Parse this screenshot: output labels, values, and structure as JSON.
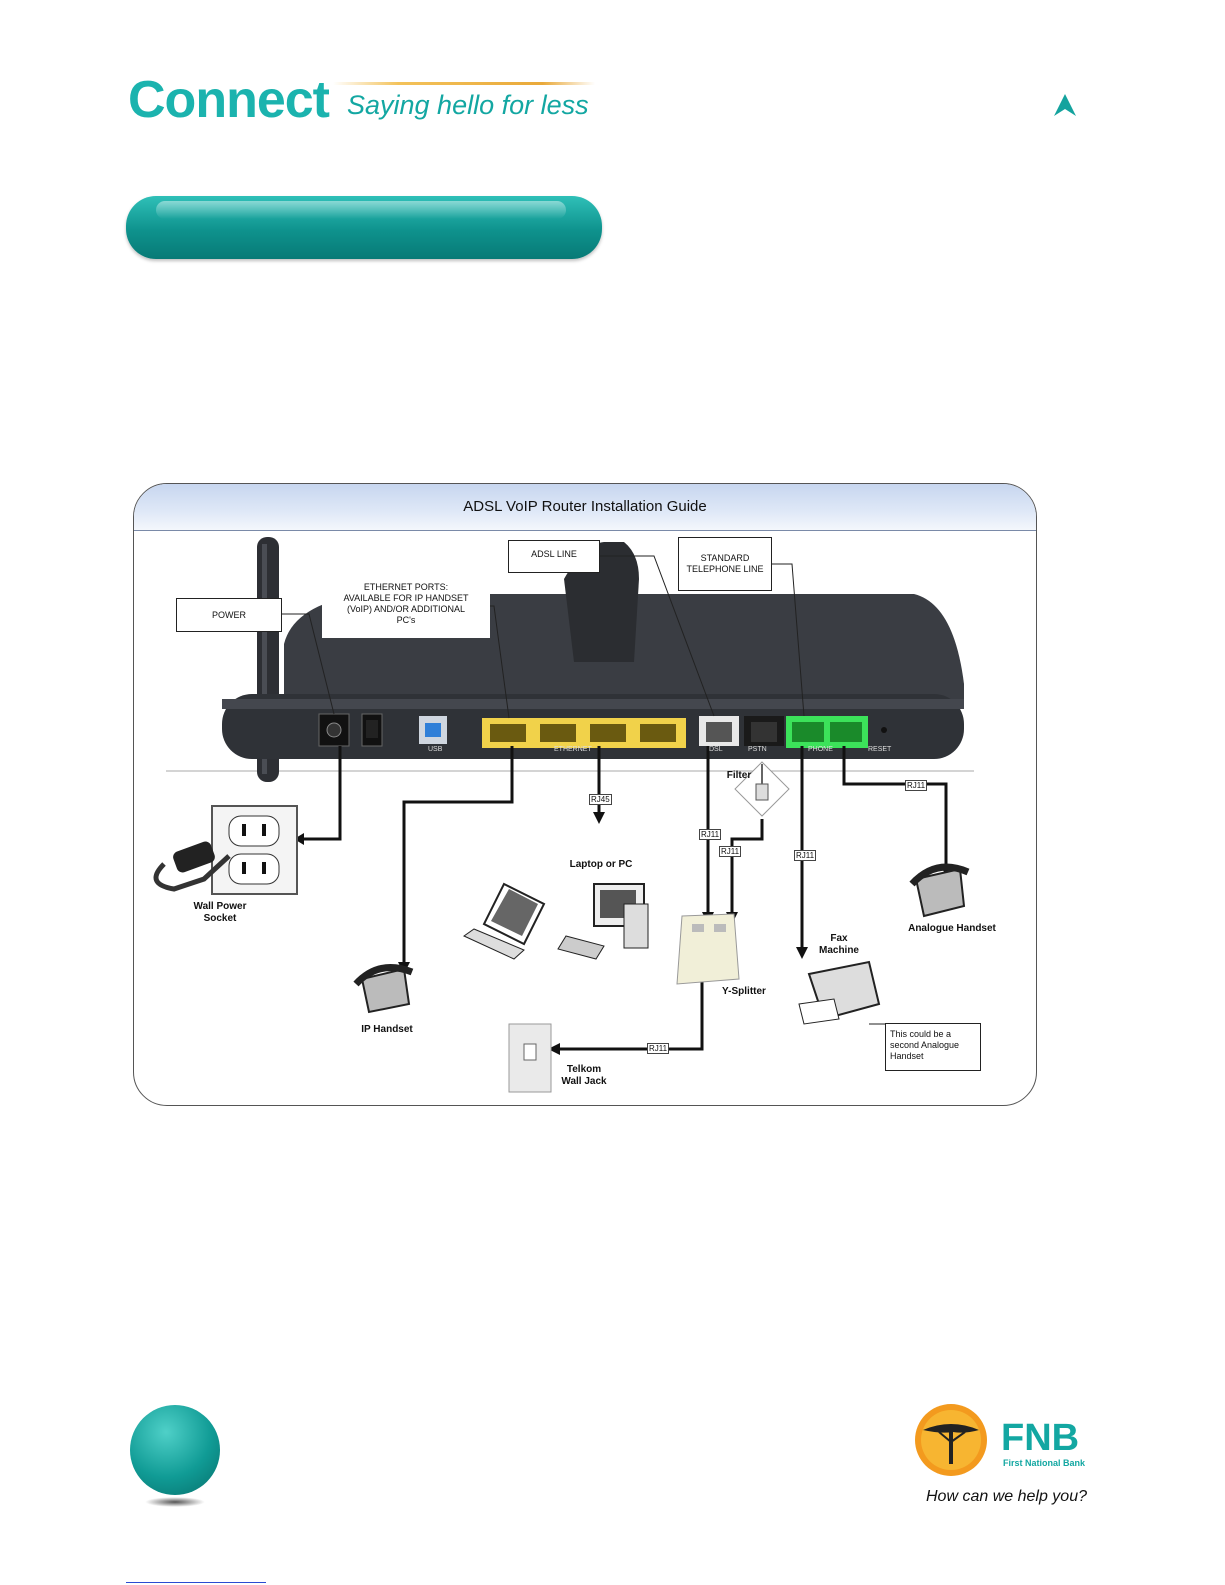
{
  "header": {
    "brand": "Connect",
    "tagline": "Saying hello for less"
  },
  "diagram": {
    "title": "ADSL VoIP Router Installation Guide",
    "callouts": {
      "power": "POWER",
      "ethernet_ports": [
        "ETHERNET PORTS:",
        "AVAILABLE FOR IP HANDSET",
        "(VoIP) AND/OR ADDITIONAL",
        "PC's"
      ],
      "adsl_line": "ADSL LINE",
      "standard_line": [
        "STANDARD",
        "TELEPHONE LINE"
      ],
      "fax_note": [
        "This could be a",
        "second Analogue",
        "Handset"
      ]
    },
    "router_ports": {
      "usb": "USB",
      "ethernet": "ETHERNET",
      "dsl": "DSL",
      "pstn": "PSTN",
      "phone": "PHONE",
      "reset": "RESET"
    },
    "cables": {
      "rj45": "RJ45",
      "rj11": "RJ11"
    },
    "devices": {
      "wall_power": [
        "Wall Power",
        "Socket"
      ],
      "laptop_pc": "Laptop or PC",
      "filter": "Filter",
      "y_splitter": "Y-Splitter",
      "fax": [
        "Fax",
        "Machine"
      ],
      "analogue_handset": "Analogue Handset",
      "ip_handset": "IP Handset",
      "telkom": [
        "Telkom",
        "Wall Jack"
      ]
    }
  },
  "footer": {
    "bank_name": "FNB",
    "bank_full_name": "First National Bank",
    "slogan": "How can we help you?"
  },
  "colors": {
    "teal": "#13a7a2",
    "ethernet_port": "#f1d24a",
    "phone_port": "#3ce25a",
    "usb_port": "#2f7fd8",
    "fnb_orange": "#f39a1e"
  }
}
